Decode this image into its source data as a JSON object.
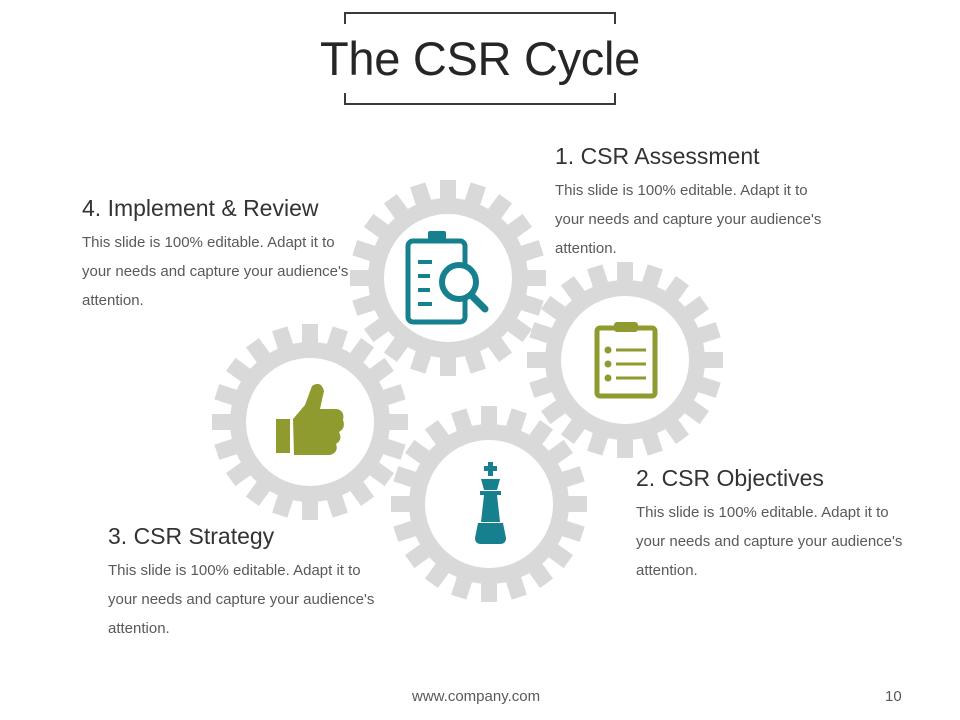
{
  "slide": {
    "title": "The CSR Cycle",
    "items": [
      {
        "heading": "1. CSR Assessment",
        "body": "This slide is 100% editable. Adapt it to your needs and capture your audience's attention.",
        "icon": "clipboard-search-icon"
      },
      {
        "heading": "2. CSR Objectives",
        "body": "This slide is 100% editable. Adapt it to your needs and capture your audience's attention.",
        "icon": "checklist-clipboard-icon"
      },
      {
        "heading": "3. CSR Strategy",
        "body": "This slide is 100% editable. Adapt it to your needs and capture your audience's attention.",
        "icon": "chess-king-icon"
      },
      {
        "heading": "4. Implement & Review",
        "body": "This slide is 100% editable. Adapt it to your needs and capture your audience's attention.",
        "icon": "thumbs-up-icon"
      }
    ],
    "footer": {
      "url": "www.company.com",
      "page": "10"
    }
  },
  "colors": {
    "gear": "#d9d9d9",
    "teal": "#17808f",
    "olive": "#8f9a2f",
    "text": "#595959"
  }
}
